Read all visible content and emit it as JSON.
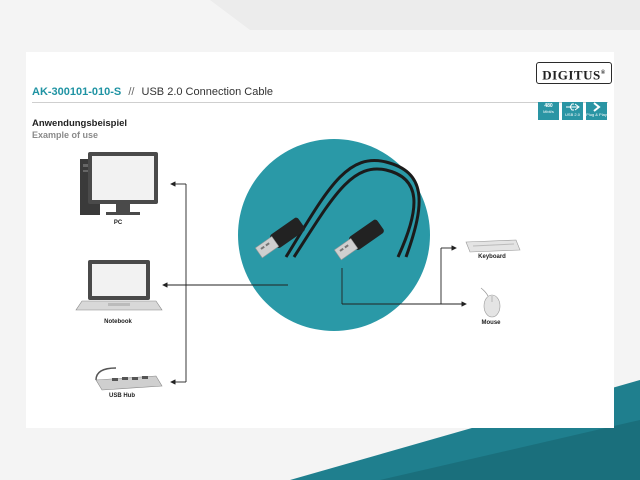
{
  "header": {
    "product_code": "AK-300101-010-S",
    "separator": "//",
    "product_title": "USB 2.0 Connection Cable"
  },
  "brand": {
    "logo_text": "DIGITUS",
    "logo_mark": "®"
  },
  "section": {
    "title_de": "Anwendungsbeispiel",
    "title_en": "Example of use"
  },
  "badges": [
    {
      "icon": "speed-badge-icon",
      "text": "480",
      "sub": "Mbit/s"
    },
    {
      "icon": "usb-badge-icon",
      "text": "USB 2.0"
    },
    {
      "icon": "plug-play-badge-icon",
      "text": "Plug & Play"
    }
  ],
  "devices": {
    "pc": "PC",
    "notebook": "Notebook",
    "usb_hub": "USB Hub",
    "keyboard": "Keyboard",
    "mouse": "Mouse"
  },
  "colors": {
    "accent": "#1f93a3",
    "circle": "#2a99a7",
    "line": "#222222"
  }
}
